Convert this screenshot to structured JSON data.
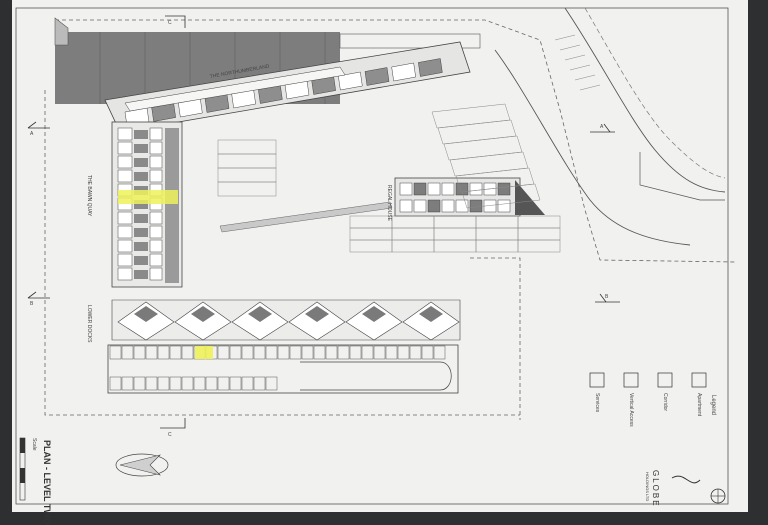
{
  "sheet": {
    "title": "PLAN - LEVEL TWO",
    "scale_label": "Scale",
    "brand": "GLOBE",
    "brand_sub": "HOLDINGS LTD"
  },
  "legend": {
    "title": "Legend",
    "items": [
      {
        "label": "Apartment"
      },
      {
        "label": "Corridor"
      },
      {
        "label": "Vertical Access"
      },
      {
        "label": "Services"
      }
    ]
  },
  "plan_labels": {
    "road": "THE NORTHUMBERLAND",
    "street_1": "THE BAWN QUAY",
    "street_2": "LOWER DOCKS",
    "block": "REGAL HOUSE"
  },
  "section_markers": [
    "C",
    "A",
    "B",
    "A",
    "B",
    "C"
  ],
  "colors": {
    "highlight": "#eef25a",
    "ink": "#3b3b3b",
    "paper": "#f1f1ef",
    "backdrop": "#2e2f31"
  }
}
